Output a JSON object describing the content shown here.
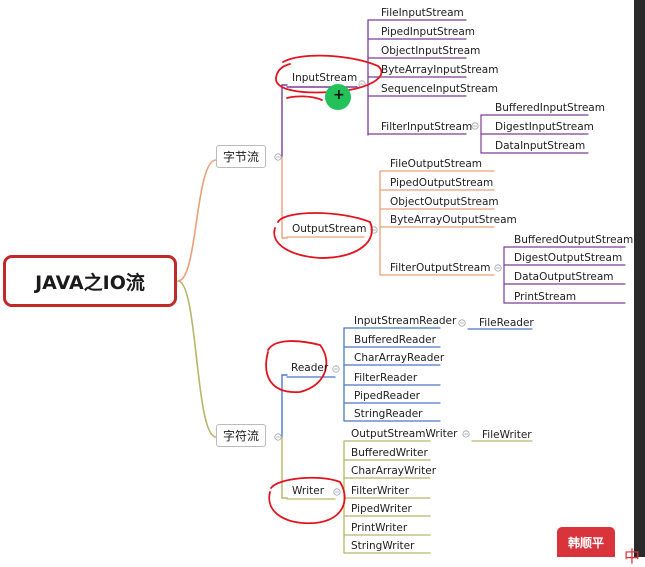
{
  "root": "JAVA之IO流",
  "byte_stream": {
    "label": "字节流",
    "input": {
      "label": "InputStream",
      "children": [
        "FileInputStream",
        "PipedInputStream",
        "ObjectInputStream",
        "ByteArrayInputStream",
        "SequenceInputStream",
        "FilterInputStream"
      ],
      "filter_children": [
        "BufferedInputStream",
        "DigestInputStream",
        "DataInputStream"
      ]
    },
    "output": {
      "label": "OutputStream",
      "children": [
        "FileOutputStream",
        "PipedOutputStream",
        "ObjectOutputStream",
        "ByteArrayOutputStream",
        "FilterOutputStream"
      ],
      "filter_children": [
        "BufferedOutputStream",
        "DigestOutputStream",
        "DataOutputStream",
        "PrintStream"
      ]
    }
  },
  "char_stream": {
    "label": "字符流",
    "reader": {
      "label": "Reader",
      "children": [
        "InputStreamReader",
        "BufferedReader",
        "CharArrayReader",
        "FilterReader",
        "PipedReader",
        "StringReader"
      ],
      "isr_child": "FileReader"
    },
    "writer": {
      "label": "Writer",
      "children": [
        "OutputStreamWriter",
        "BufferedWriter",
        "CharArrayWriter",
        "FilterWriter",
        "PipedWriter",
        "PrintWriter",
        "StringWriter"
      ],
      "osw_child": "FileWriter"
    }
  },
  "watermark": "韩顺平",
  "watermark_tail": "中",
  "colors": {
    "root_border": "#c0292a",
    "purple": "#7d3c98",
    "orange": "#e9a07a",
    "blue": "#4a78c8",
    "olive": "#b9b56a",
    "annotation": "#e0141e",
    "badge": "#d9343c"
  }
}
